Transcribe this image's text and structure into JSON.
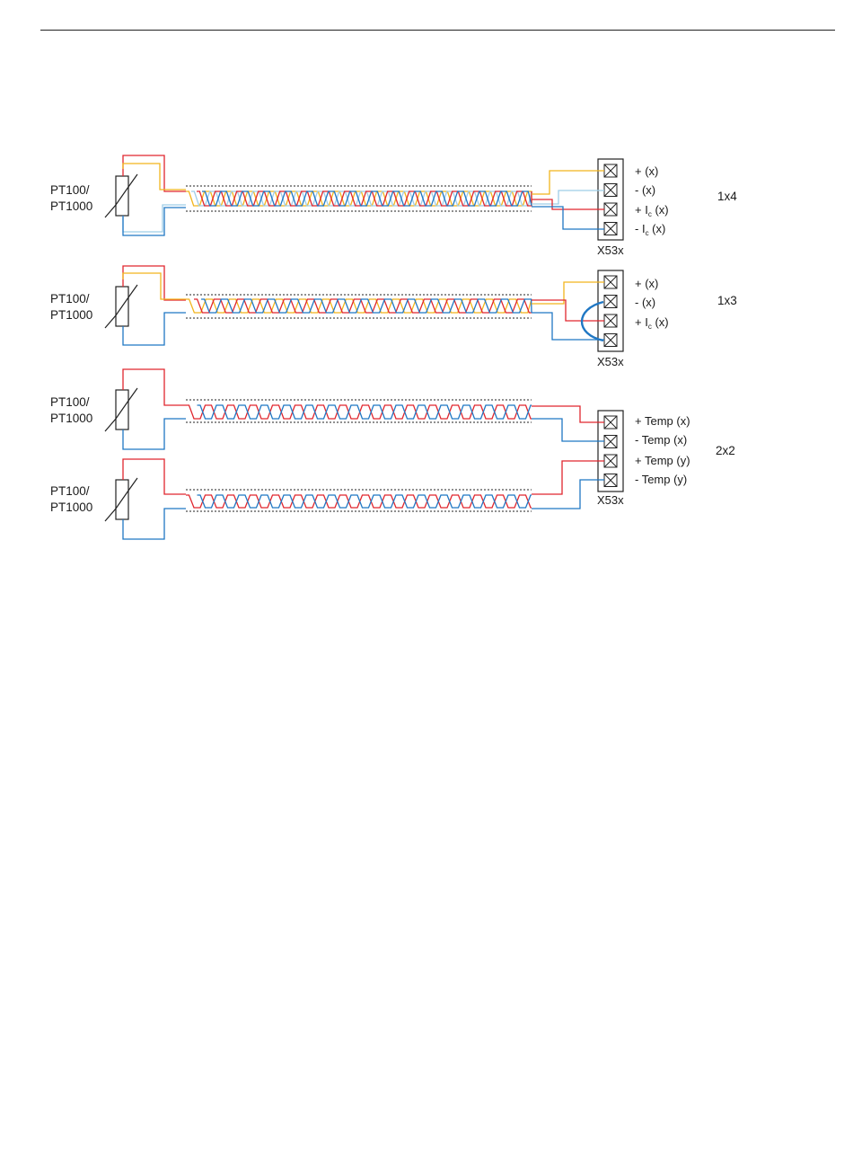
{
  "colors": {
    "red": "#e0262e",
    "blue": "#1f77c4",
    "yellow": "#f2b51c",
    "lightblue": "#9ecde8",
    "black": "#222222"
  },
  "sections": [
    {
      "sensor_line1": "PT100/",
      "sensor_line2": "PT1000",
      "block": "X53x",
      "config": "1x4",
      "terminals": [
        {
          "prefix": "+ ",
          "sub": "",
          "suffix": "(x)"
        },
        {
          "prefix": "- ",
          "sub": "",
          "suffix": "(x)"
        },
        {
          "prefix": "+ I",
          "sub": "c",
          "suffix": " (x)"
        },
        {
          "prefix": "- I",
          "sub": "c",
          "suffix": " (x)"
        }
      ]
    },
    {
      "sensor_line1": "PT100/",
      "sensor_line2": "PT1000",
      "block": "X53x",
      "config": "1x3",
      "terminals": [
        {
          "prefix": "+ ",
          "sub": "",
          "suffix": "(x)"
        },
        {
          "prefix": "- ",
          "sub": "",
          "suffix": "(x)"
        },
        {
          "prefix": "+ I",
          "sub": "c",
          "suffix": " (x)"
        }
      ]
    },
    {
      "sensor_a_line1": "PT100/",
      "sensor_a_line2": "PT1000",
      "sensor_b_line1": "PT100/",
      "sensor_b_line2": "PT1000",
      "block": "X53x",
      "config": "2x2",
      "terminals": [
        "+ Temp (x)",
        "- Temp (x)",
        "+ Temp (y)",
        "- Temp (y)"
      ]
    }
  ]
}
